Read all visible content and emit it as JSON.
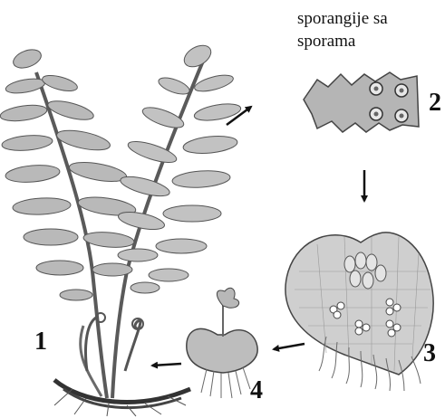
{
  "caption": {
    "line1": "sporangije sa",
    "line2": "sporama"
  },
  "labels": {
    "stage1": "1",
    "stage2": "2",
    "stage3": "3",
    "stage4": "4"
  },
  "colors": {
    "ink": "#111111",
    "leaf_fill": "#b9b9b9",
    "leaf_stroke": "#555555",
    "background": "#ffffff"
  }
}
